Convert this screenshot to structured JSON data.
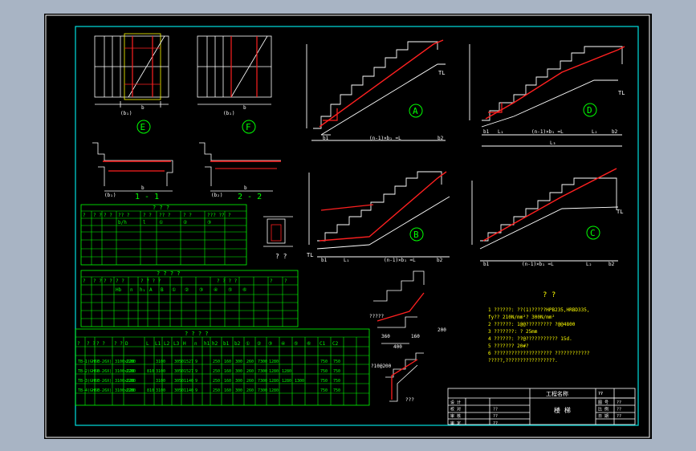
{
  "drawing": {
    "colors": {
      "background": "#a8b4c4",
      "sheet": "#000000",
      "frame_outer": "#ffffff",
      "frame_inner": "#00e0e0",
      "line": "#ffffff",
      "rebar": "#ff2020",
      "table": "#00ff00",
      "note": "#ffff00",
      "label": "#ffffff"
    },
    "plan_views": [
      {
        "name": "E",
        "circle": "E"
      },
      {
        "name": "F",
        "circle": "F"
      }
    ],
    "plan_view_sub": "(b₁)",
    "plan_view_b": "b",
    "sections": [
      {
        "name": "section-1-1",
        "title": "1 - 1",
        "sub": "(b₁)",
        "dim": "b"
      },
      {
        "name": "section-2-2",
        "title": "2 - 2",
        "sub": "(b₂)",
        "dim": "b"
      }
    ],
    "stairs": [
      {
        "name": "stair-A",
        "circle": "A",
        "dim_left": "b1",
        "dim_mid": "(n-1)×b₁ =L",
        "dim_right": "b2",
        "tag": "TL"
      },
      {
        "name": "stair-B",
        "circle": "B",
        "dim_left": "b1",
        "dim_l1": "L₁",
        "dim_mid": "(n-1)×b₁ =L",
        "dim_right": "b2",
        "tag": "TL"
      },
      {
        "name": "stair-C",
        "circle": "C",
        "dim_left": "b1",
        "dim_mid": "(n-1)×b₁ =L",
        "dim_l2": "L₂",
        "dim_right": "b2",
        "tag": "TL"
      },
      {
        "name": "stair-D",
        "circle": "D",
        "dim_left": "b1",
        "dim_l1": "L₁",
        "dim_mid": "(n-1)×b₁ =L",
        "dim_l2": "L₂",
        "dim_right": "b2",
        "dim_total": "L₃",
        "tag": "TL"
      }
    ],
    "detail_labels": {
      "small_detail_caption": "? ?",
      "step_detail_400": "400",
      "step_detail_360": "360",
      "step_detail_160": "160",
      "step_detail_200": "200",
      "landing_note": "?????",
      "bottom_detail_label": "?10@200",
      "bottom_detail_caption": "???"
    },
    "table1": {
      "title": "? ? ?",
      "header": [
        "?",
        "? ?",
        "? ?",
        "?? ?",
        "? ?",
        "?? ?",
        "? ?",
        "??? ??",
        "?"
      ],
      "sub": [
        "",
        "",
        "",
        "b/h",
        "l",
        "①",
        "②",
        "③",
        ""
      ],
      "rows": 4
    },
    "table2": {
      "title": "? ? ? ?",
      "header": [
        "?",
        "? ?",
        "? ?",
        "? ?",
        "? ? ? ?",
        "? ? ? ?",
        "?",
        "?"
      ],
      "sub": [
        "",
        "",
        "",
        "Hb",
        "n",
        "h₁",
        "A",
        "B",
        "①",
        "②",
        "③",
        "④",
        "⑤",
        "⑥"
      ],
      "rows": 4
    },
    "table3": {
      "title": "? ? ? ?",
      "header": [
        "?",
        "? ?",
        "? ?",
        "? ?",
        "D",
        "L",
        "L1",
        "L2",
        "L3",
        "H",
        "n",
        "h1",
        "h2",
        "b1",
        "b2",
        "①",
        "②",
        "③",
        "④",
        "⑤",
        "⑥",
        "C1",
        "C2"
      ],
      "rows": [
        [
          "TB-1",
          "(GH60-26X)",
          "E",
          "3100x120",
          "2700",
          "",
          "3100",
          "",
          "3050",
          "1527",
          "9",
          "",
          "250",
          "160",
          "300",
          "260",
          "7300",
          "1280",
          "",
          "",
          "",
          "750",
          "750"
        ],
        [
          "TB-2",
          "(GH60-26X)",
          "B",
          "3100x120",
          "2700",
          "810",
          "3100",
          "",
          "3050",
          "1527",
          "9",
          "",
          "250",
          "160",
          "300",
          "260",
          "7300",
          "1280",
          "1280",
          "",
          "",
          "750",
          "750"
        ],
        [
          "TB-3",
          "(GH60-26X)",
          "E",
          "3100x120",
          "2700",
          "",
          "3100",
          "",
          "3050",
          "1140",
          "9",
          "",
          "250",
          "160",
          "300",
          "260",
          "7300",
          "1280",
          "1280",
          "1300",
          "",
          "750",
          "750"
        ],
        [
          "TB-4",
          "(GH60-26X)",
          "E",
          "3100x120",
          "2700",
          "810",
          "3100",
          "",
          "3050",
          "1140",
          "9",
          "",
          "250",
          "160",
          "300",
          "260",
          "7300",
          "1280",
          "",
          "",
          "",
          "750",
          "750"
        ]
      ]
    },
    "notes": {
      "title": "? ?",
      "lines": [
        "1 ??????:  ??(1)?????HPB235,HRBD335,",
        "   fy??  210N/mm²?  300N/mm²",
        "2 ??????:  1@@?????????        ?@@4800",
        "3 ???????:  ? 25mm",
        "4 ??????:  ??@???????????    15d.",
        "5 ???????   20#?",
        "6 ????????????????????  ????????????",
        "  ?????,?????????????????."
      ]
    },
    "title_block": {
      "project": "工程名称",
      "drawing_name": "楼  梯",
      "left_labels": [
        "设 计",
        "校 对",
        "审 核",
        "审 定"
      ],
      "left_values": [
        "",
        "??",
        "??",
        "??"
      ],
      "right_labels": [
        "图 号",
        "比 例",
        "日 期"
      ],
      "right_values": [
        "??",
        "??",
        "??"
      ],
      "row_top": [
        "",
        "",
        "",
        "",
        "",
        ""
      ],
      "mid_labels": [
        "",
        "??",
        "??"
      ]
    }
  }
}
